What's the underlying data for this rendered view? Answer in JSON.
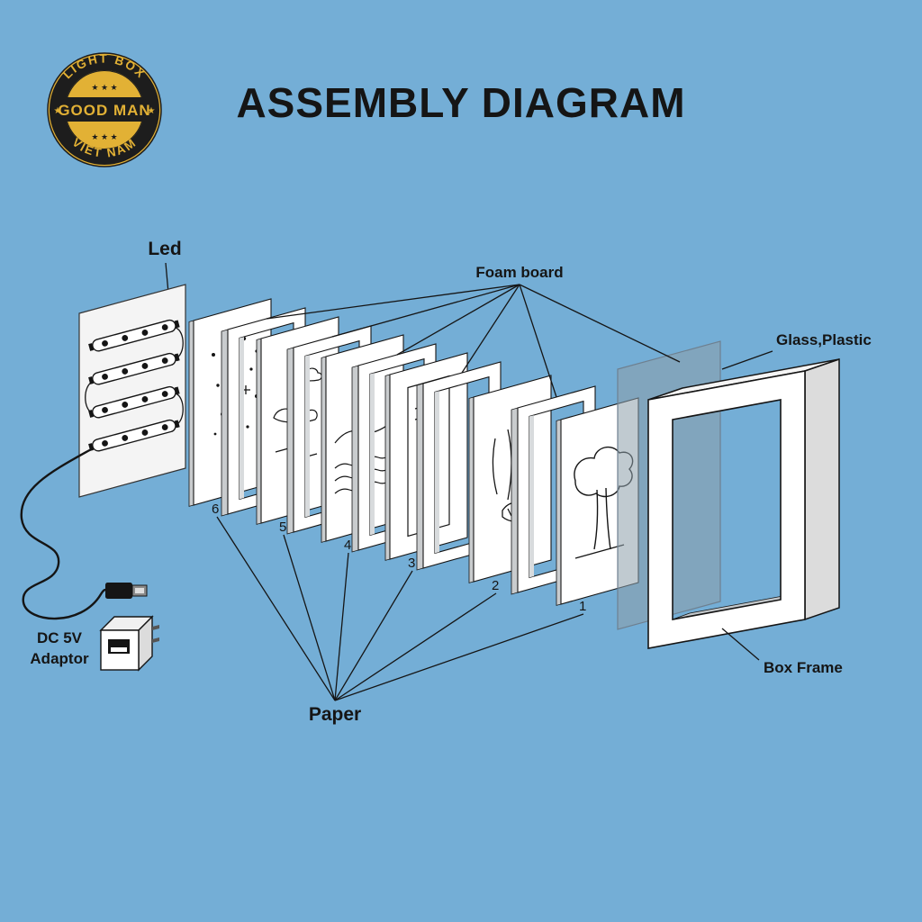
{
  "title": "ASSEMBLY DIAGRAM",
  "colors": {
    "background": "#74aed6",
    "logo_gold": "#e2b135",
    "logo_dark": "#1d1d1d",
    "ink": "#151515",
    "panel_white": "#ffffff",
    "glass_gray": "#8c9eaa"
  },
  "logo": {
    "arc_top": "LIGHT BOX",
    "center": "GOOD MAN",
    "arc_bottom": "VIET NAM",
    "stars_top": "★ ★ ★",
    "stars_bottom": "★ ★ ★",
    "band_star_left": "★",
    "band_star_right": "★"
  },
  "labels": {
    "led": "Led",
    "foam_board": "Foam board",
    "glass_plastic": "Glass,Plastic",
    "box_frame": "Box Frame",
    "paper": "Paper",
    "adaptor_line1": "DC 5V",
    "adaptor_line2": "Adaptor"
  },
  "layer_numbers": [
    "6",
    "5",
    "4",
    "3",
    "2",
    "1"
  ]
}
